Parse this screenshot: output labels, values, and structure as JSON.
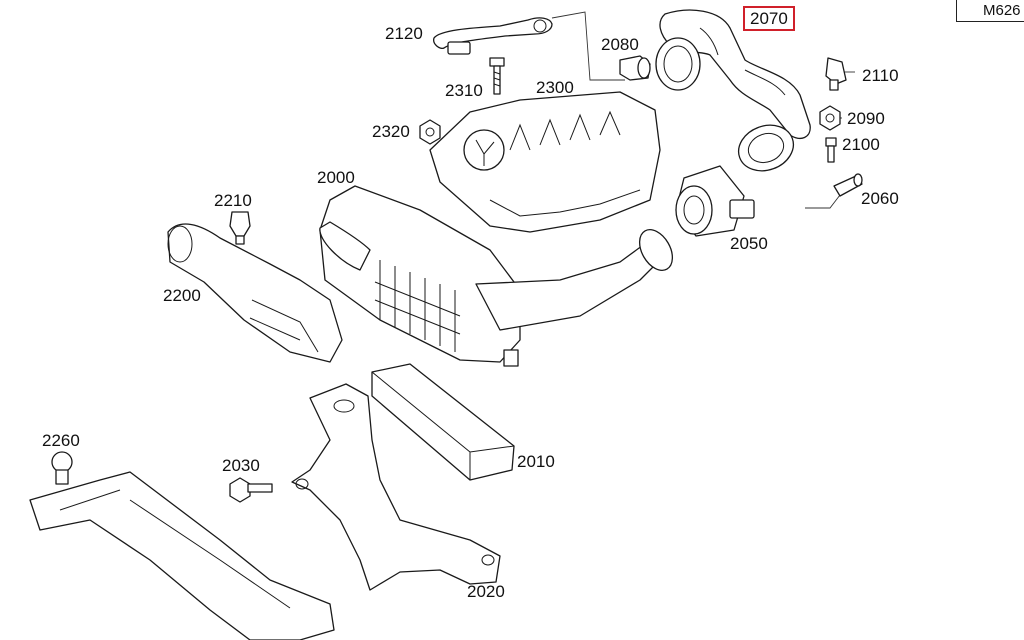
{
  "reference": "M626",
  "highlight_color": "#d0202a",
  "parts": [
    {
      "id": "p2120",
      "label": "2120",
      "highlighted": false
    },
    {
      "id": "p2080",
      "label": "2080",
      "highlighted": false
    },
    {
      "id": "p2070",
      "label": "2070",
      "highlighted": true
    },
    {
      "id": "p2110",
      "label": "2110",
      "highlighted": false
    },
    {
      "id": "p2310",
      "label": "2310",
      "highlighted": false
    },
    {
      "id": "p2300",
      "label": "2300",
      "highlighted": false
    },
    {
      "id": "p2320",
      "label": "2320",
      "highlighted": false
    },
    {
      "id": "p2090",
      "label": "2090",
      "highlighted": false
    },
    {
      "id": "p2100",
      "label": "2100",
      "highlighted": false
    },
    {
      "id": "p2000",
      "label": "2000",
      "highlighted": false
    },
    {
      "id": "p2060",
      "label": "2060",
      "highlighted": false
    },
    {
      "id": "p2210",
      "label": "2210",
      "highlighted": false
    },
    {
      "id": "p2050",
      "label": "2050",
      "highlighted": false
    },
    {
      "id": "p2200",
      "label": "2200",
      "highlighted": false
    },
    {
      "id": "p2260",
      "label": "2260",
      "highlighted": false
    },
    {
      "id": "p2030",
      "label": "2030",
      "highlighted": false
    },
    {
      "id": "p2010",
      "label": "2010",
      "highlighted": false
    },
    {
      "id": "p2020",
      "label": "2020",
      "highlighted": false
    }
  ]
}
